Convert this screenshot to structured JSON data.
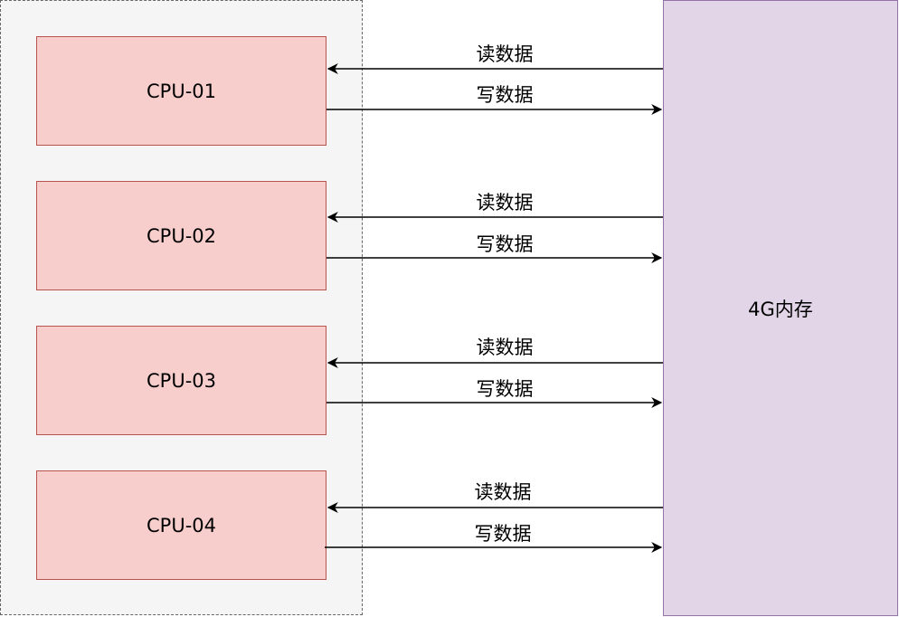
{
  "cpus": [
    {
      "label": "CPU-01",
      "read_label": "读数据",
      "write_label": "写数据"
    },
    {
      "label": "CPU-02",
      "read_label": "读数据",
      "write_label": "写数据"
    },
    {
      "label": "CPU-03",
      "read_label": "读数据",
      "write_label": "写数据"
    },
    {
      "label": "CPU-04",
      "read_label": "读数据",
      "write_label": "写数据"
    }
  ],
  "memory": {
    "label": "4G内存"
  },
  "colors": {
    "cpu_fill": "#f8cecc",
    "cpu_border": "#b85450",
    "memory_fill": "#e1d5e7",
    "memory_border": "#9673a6",
    "group_fill": "#f5f5f5",
    "group_border": "#666666"
  }
}
